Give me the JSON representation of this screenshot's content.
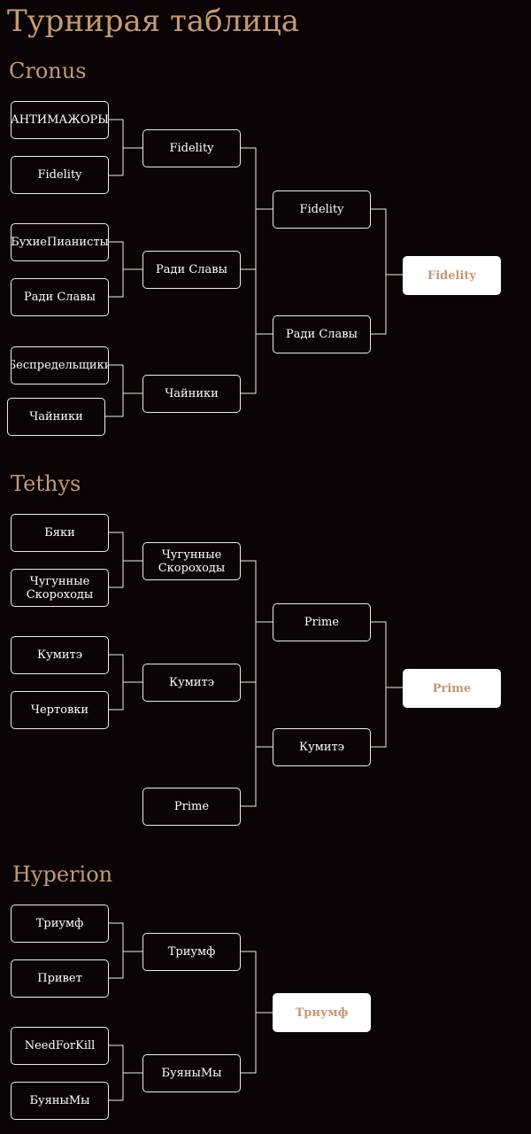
{
  "page": {
    "title": "Турнирая таблица"
  },
  "groups": [
    {
      "name": "Cronus",
      "round1": [
        "АНТИМАЖОРЫ",
        "Fidelity",
        "БухиеПианисты",
        "Ради Славы",
        "Беспредельщики",
        "Чайники"
      ],
      "round2": [
        "Fidelity",
        "Ради Славы",
        "Чайники"
      ],
      "round3": [
        "Fidelity",
        "Ради Славы"
      ],
      "winner": "Fidelity"
    },
    {
      "name": "Tethys",
      "round1": [
        "Бяки",
        "Чугунные\nСкороходы",
        "Кумитэ",
        "Чертовки"
      ],
      "round2": [
        "Чугунные\nСкороходы",
        "Кумитэ",
        "Prime"
      ],
      "round3": [
        "Prime",
        "Кумитэ"
      ],
      "winner": "Prime"
    },
    {
      "name": "Hyperion",
      "round1": [
        "Триумф",
        "Привет",
        "NeedForKill",
        "БуяныМы"
      ],
      "round2": [
        "Триумф",
        "БуяныМы"
      ],
      "winner": "Триумф"
    }
  ],
  "colors": {
    "background": "#0b0406",
    "accent": "#c39a73",
    "box_border": "#f2ebe4",
    "winner_background": "#ffffff"
  }
}
